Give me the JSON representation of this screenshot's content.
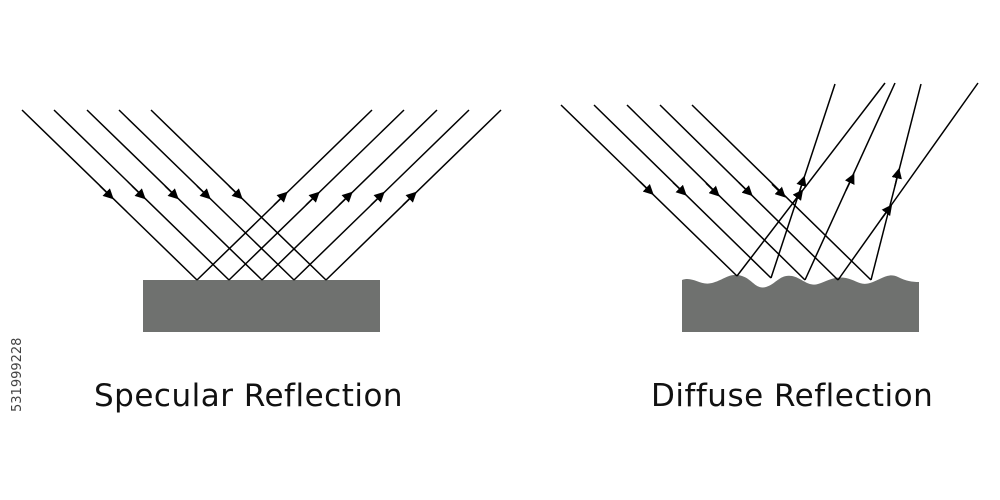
{
  "diagrams": {
    "specular": {
      "caption": "Specular Reflection"
    },
    "diffuse": {
      "caption": "Diffuse Reflection"
    }
  },
  "stock_id": "531999228",
  "colors": {
    "surface": "#6f716f",
    "ray": "#000000",
    "background": "#ffffff",
    "text": "#111111"
  }
}
